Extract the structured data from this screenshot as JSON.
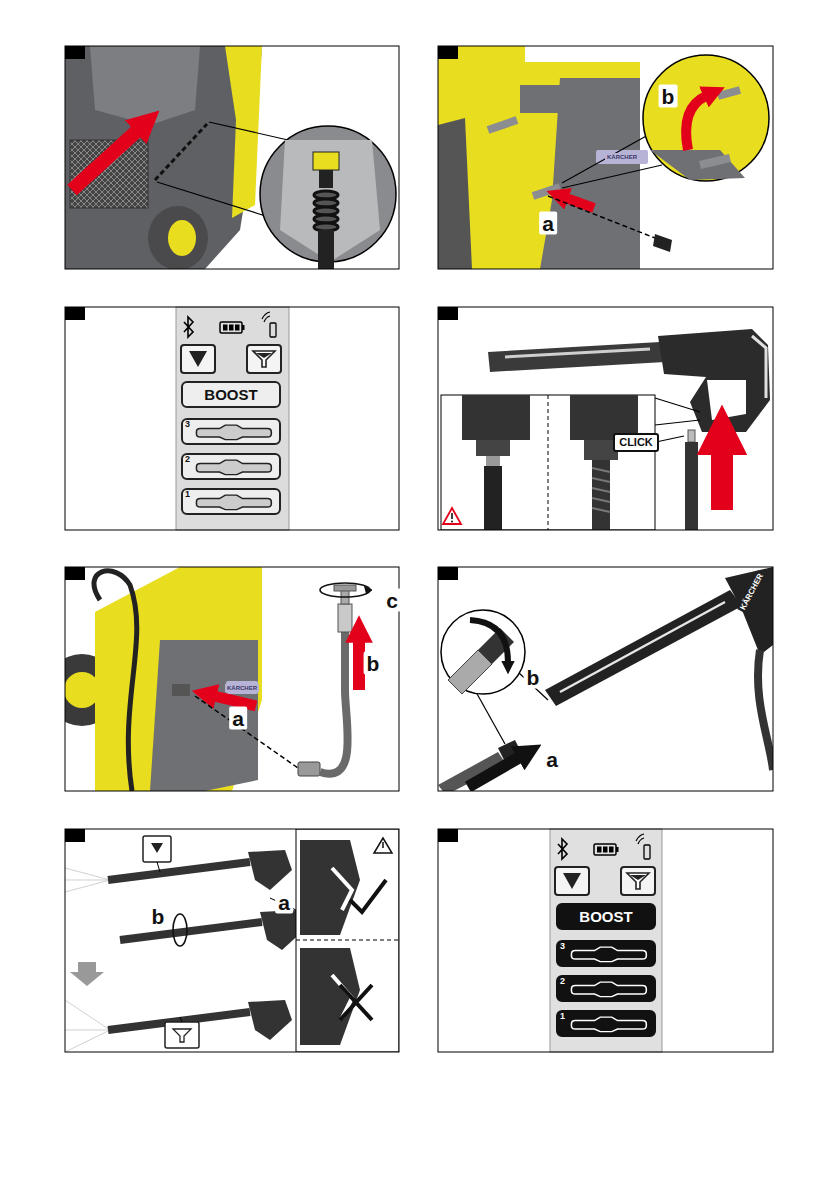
{
  "diagram": {
    "nodes": [
      {
        "text": [
          "BOOST"
        ]
      },
      {
        "text": [
          "3"
        ]
      },
      {
        "text": [
          "2"
        ]
      },
      {
        "text": [
          "1"
        ]
      },
      {
        "text": [
          "CLICK"
        ]
      },
      {
        "text": [
          "BOOST"
        ]
      },
      {
        "text": [
          "3"
        ]
      },
      {
        "text": [
          "2"
        ]
      },
      {
        "text": [
          "1"
        ]
      }
    ],
    "labels": [
      "b",
      "KÄRCHER",
      "a",
      "c",
      "b",
      "KÄRCHER",
      "a",
      "b",
      "KÄRCHER",
      "a",
      "a",
      "b"
    ]
  }
}
